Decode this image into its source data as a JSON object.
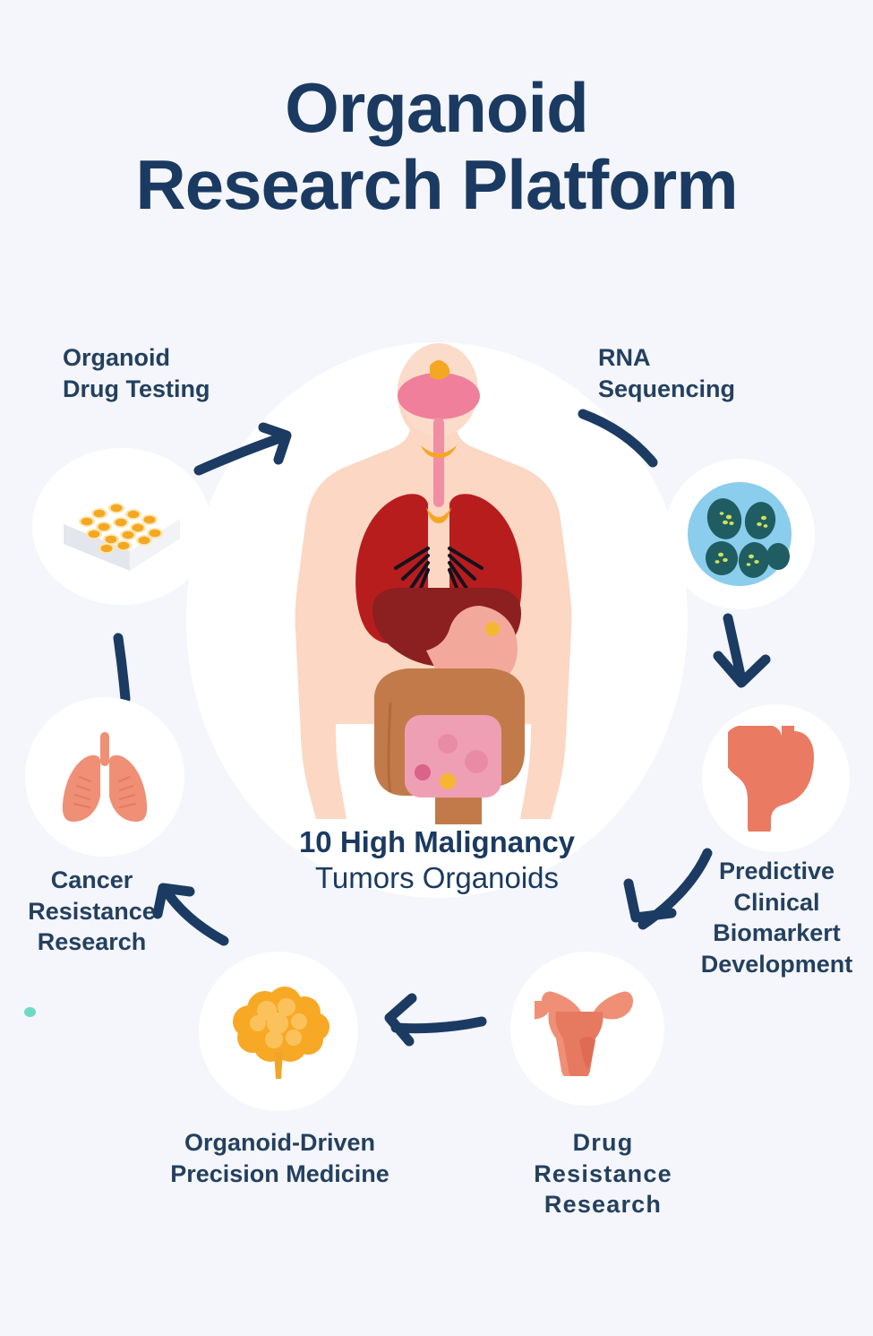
{
  "page": {
    "background_color": "#f4f6fb",
    "text_color": "#1b3a61",
    "arrow_color": "#1c3b63",
    "accent_dot_color": "#58d3bb"
  },
  "title": {
    "line1": "Organoid",
    "line2": "Research Platform"
  },
  "center": {
    "caption_line1": "10 High Malignancy",
    "caption_line2": "Tumors Organoids",
    "illustration_name": "human-body-anatomy",
    "organs": [
      {
        "name": "brain",
        "color": "#f07f9b"
      },
      {
        "name": "thyroid",
        "color": "#f5a623"
      },
      {
        "name": "trachea",
        "color": "#f08fa3"
      },
      {
        "name": "lungs",
        "color": "#b81d1d"
      },
      {
        "name": "liver",
        "color": "#8c1f1f"
      },
      {
        "name": "gallbladder",
        "color": "#1d82a8"
      },
      {
        "name": "stomach",
        "color": "#f2a99c"
      },
      {
        "name": "large-intestine",
        "color": "#c37a4a"
      },
      {
        "name": "small-intestine",
        "color": "#ef9fb4"
      },
      {
        "name": "skin",
        "color": "#fbd7c4"
      }
    ]
  },
  "nodes": [
    {
      "id": "drug-testing",
      "label_line1": "Organoid",
      "label_line2": "Drug Testing",
      "icon": "well-plate-icon",
      "icon_colors": {
        "plate": "#ffffff",
        "plate_shade": "#dfe2e8",
        "well": "#f6a721",
        "well_ring": "#fbe7b4"
      }
    },
    {
      "id": "rna-sequencing",
      "label_line1": "RNA",
      "label_line2": "Sequencing",
      "icon": "petri-dish-cells-icon",
      "icon_colors": {
        "dish": "#8acdec",
        "cell": "#1f5d63",
        "nucleus": "#cfe05a"
      }
    },
    {
      "id": "biomarker-development",
      "label_line1": "Predictive",
      "label_line2": "Clinical",
      "label_line3": "Biomarkert",
      "label_line4": "Development",
      "icon": "stomach-icon",
      "icon_colors": {
        "organ": "#ea7a62"
      }
    },
    {
      "id": "drug-resistance-research",
      "label_line1": "Drug",
      "label_line2": "Resistance",
      "label_line3": "Research",
      "icon": "uterus-icon",
      "icon_colors": {
        "organ": "#ef8f76",
        "organ_dark": "#e06e55"
      }
    },
    {
      "id": "precision-medicine",
      "label_line1": "Organoid-Driven",
      "label_line2": "Precision Medicine",
      "icon": "organoid-cluster-icon",
      "icon_colors": {
        "cluster": "#f7a926",
        "cluster_light": "#fbc25c",
        "stem": "#f0a52a"
      }
    },
    {
      "id": "cancer-resistance-research",
      "label_line1": "Cancer",
      "label_line2": "Resistance",
      "label_line3": "Research",
      "icon": "lungs-icon",
      "icon_colors": {
        "organ": "#ef8f76",
        "organ_dark": "#e37c63"
      }
    }
  ],
  "arrows": [
    {
      "id": "arrow-drug-testing-to-center",
      "direction": "up-right"
    },
    {
      "id": "arrow-center-to-rna",
      "direction": "down-right-curve"
    },
    {
      "id": "arrow-rna-to-stomach",
      "direction": "down"
    },
    {
      "id": "arrow-stomach-to-uterus",
      "direction": "down-left-curve"
    },
    {
      "id": "arrow-uterus-to-organoid",
      "direction": "left"
    },
    {
      "id": "arrow-organoid-to-lungs",
      "direction": "up-left-curve"
    },
    {
      "id": "arrow-lungs-to-drug-testing",
      "direction": "up"
    }
  ]
}
